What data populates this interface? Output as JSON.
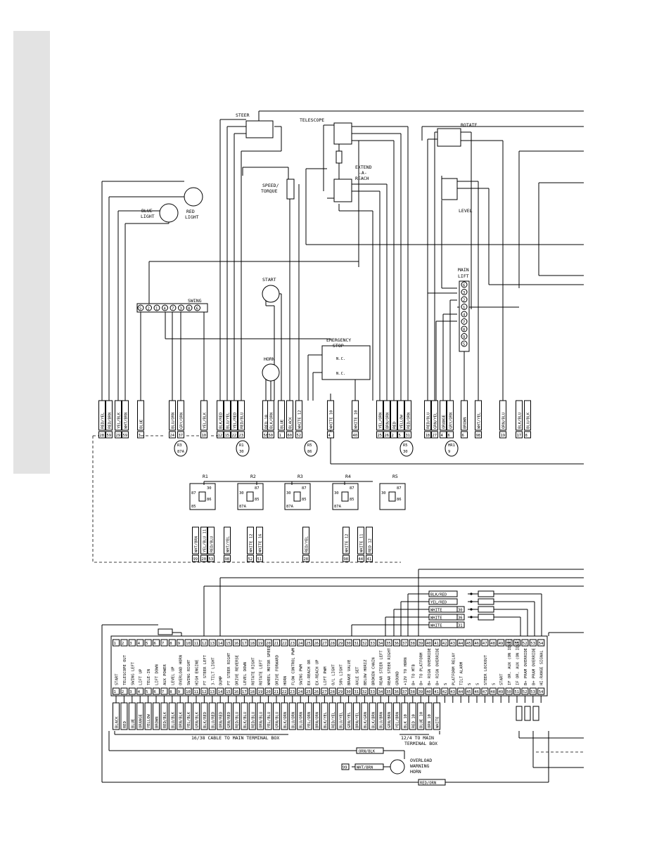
{
  "components": {
    "steer": "STEER",
    "telescope": "TELESCOPE",
    "rotate": "ROTATE",
    "extend_reach": [
      "EXTEND",
      "-A-",
      "REACH"
    ],
    "level": "LEVEL",
    "speed_torque": [
      "SPEED/",
      "TORQUE"
    ],
    "blue_light": [
      "BLUE",
      "LIGHT"
    ],
    "red_light": [
      "RED",
      "LIGHT"
    ],
    "swing": "SWING",
    "start": "START",
    "horn": "HORN",
    "emergency_stop": [
      "EMERGENCY",
      "STOP"
    ],
    "main_lift": [
      "MAIN",
      "LIFT"
    ],
    "overload_horn": [
      "OVERLOAD",
      "WARNING",
      "HORN"
    ]
  },
  "swing_pins": [
    "5",
    "2",
    "1",
    "4",
    "7",
    "3",
    "8",
    "6"
  ],
  "main_lift_pins": [
    "6",
    "3",
    "2",
    "1",
    "4",
    "7",
    "8",
    "9",
    "5"
  ],
  "nc_labels": [
    "N.C.",
    "N.C."
  ],
  "upper_wires": [
    {
      "label": "RED/YEL",
      "num": "28"
    },
    {
      "label": "RED/BRN",
      "num": "59"
    },
    {
      "label": "YEL/BLK",
      "num": "29"
    },
    {
      "label": "WHT/BRN",
      "num": "59"
    },
    {
      "label": "BLUE",
      "num": "3"
    },
    {
      "label": "BLU/ORN",
      "num": "24"
    },
    {
      "label": "GRY/ORN",
      "num": "37"
    },
    {
      "label": "YEL/BLK",
      "num": "10"
    },
    {
      "label": "BLK/RED",
      "num": "12"
    },
    {
      "label": "BLU/YEL",
      "num": "15"
    },
    {
      "label": "YEL/RED",
      "num": "22"
    },
    {
      "label": "RED/BLU",
      "num": "23"
    },
    {
      "label": "RED 10",
      "num": "58"
    },
    {
      "label": "BLK/ORN",
      "num": "50"
    },
    {
      "label": "BLUE",
      "num": "1"
    },
    {
      "label": "BLACK",
      "num": "60"
    },
    {
      "label": "WHITE 12",
      "num": "52"
    },
    {
      "label": "WHITE 10",
      "num": "4"
    },
    {
      "label": "WHITE 10",
      "num": "40"
    },
    {
      "label": "YEL/ORN",
      "num": "25"
    },
    {
      "label": "BRN/ORN",
      "num": "26"
    },
    {
      "label": "RED",
      "num": "2"
    },
    {
      "label": "YELLOW",
      "num": "5"
    },
    {
      "label": "RED/ORN",
      "num": "31"
    },
    {
      "label": "RED/BLU",
      "num": "18"
    },
    {
      "label": "GRN/YEL",
      "num": "27"
    },
    {
      "label": "ORANGE",
      "num": "4"
    },
    {
      "label": "GRY/ORN",
      "num": "6"
    },
    {
      "label": "BROWN",
      "num": "6"
    },
    {
      "label": "WHT/YEL",
      "num": "98"
    },
    {
      "label": "ORN/BLU",
      "num": "19"
    },
    {
      "label": "BLK/BLU",
      "num": "17"
    },
    {
      "label": "BLU/BLK",
      "num": "8"
    }
  ],
  "relay_refs": [
    {
      "top": "R3",
      "bottom": "87A"
    },
    {
      "top": "R1",
      "bottom": "30"
    },
    {
      "top": "R5",
      "bottom": "86"
    },
    {
      "top": "R5",
      "bottom": "30"
    },
    {
      "top": "HR1",
      "bottom": "9"
    }
  ],
  "relays": [
    {
      "name": "R1",
      "pins": [
        "87",
        "30",
        "86",
        "85"
      ]
    },
    {
      "name": "R2",
      "pins": [
        "30",
        "87",
        "85",
        "87A"
      ]
    },
    {
      "name": "R3",
      "pins": [
        "30",
        "87",
        "85",
        "87A"
      ]
    },
    {
      "name": "R4",
      "pins": [
        "30",
        "87",
        "85",
        "87A"
      ]
    },
    {
      "name": "R5",
      "pins": [
        "30",
        "87",
        "86"
      ]
    }
  ],
  "relay_wires": [
    {
      "label": "WHT/BRN",
      "num": "99"
    },
    {
      "label": "YEL/BLU 11",
      "num": "20"
    },
    {
      "label": "RED/BLU",
      "num": "53"
    },
    {
      "label": "WHT/YEL",
      "num": "98"
    },
    {
      "label": "WHITE 12",
      "num": "52"
    },
    {
      "label": "WHITE 16",
      "num": "51"
    },
    {
      "label": "RED/YEL",
      "num": "28"
    },
    {
      "label": "WHITE 12",
      "num": "98"
    },
    {
      "label": "WHITE 11",
      "num": "44"
    },
    {
      "label": "RED 12",
      "num": "41"
    }
  ],
  "side_wires": [
    {
      "label": "BLK/RED"
    },
    {
      "label": "YEL/RED"
    },
    {
      "label": "WHITE",
      "num": "30"
    },
    {
      "label": "WHITE",
      "num": "36"
    },
    {
      "label": "WHITE",
      "num": "31"
    }
  ],
  "terminals": [
    {
      "n": "1",
      "f": "START",
      "w": "BLACK"
    },
    {
      "n": "2",
      "f": "TELESCOPE OUT",
      "w": "RED"
    },
    {
      "n": "3",
      "f": "SWING LEFT",
      "w": "BLUE"
    },
    {
      "n": "4",
      "f": "LIFT UP",
      "w": "ORANGE"
    },
    {
      "n": "5",
      "f": "TELE-IN",
      "w": "YELLOW"
    },
    {
      "n": "6",
      "f": "LIFT DOWN",
      "w": "BROWN"
    },
    {
      "n": "7",
      "f": "AUX POWER",
      "w": "RED/BLK"
    },
    {
      "n": "8",
      "f": "LEVEL UP",
      "w": "BLU/BLK"
    },
    {
      "n": "9",
      "f": "OVERLOAD HORN",
      "w": "ORN/BLK"
    },
    {
      "n": "10",
      "f": "SWING RIGHT",
      "w": "YEL/BLK"
    },
    {
      "n": "11",
      "f": "HIGH ENGINE",
      "w": "GRN/BLK"
    },
    {
      "n": "12",
      "f": "FT STEER LEFT",
      "w": "BLK/RED"
    },
    {
      "n": "13",
      "f": "3-TILT LIGHT",
      "w": "BLU/RED"
    },
    {
      "n": "14",
      "f": "DUMP",
      "w": "ORN/RED"
    },
    {
      "n": "15",
      "f": "FT STEER RIGHT",
      "w": "GRN/RED"
    },
    {
      "n": "16",
      "f": "DRIVE REVERSE",
      "w": "RED/BLU"
    },
    {
      "n": "17",
      "f": "LEVEL DOWN",
      "w": "BLK/BLU"
    },
    {
      "n": "18",
      "f": "ROTATE RIGHT",
      "w": "RED/BLU"
    },
    {
      "n": "19",
      "f": "ROTATE LEFT",
      "w": "ORN/BLU"
    },
    {
      "n": "20",
      "f": "WHEEL MOTOR SPEED",
      "w": "YEL/BLU"
    },
    {
      "n": "21",
      "f": "DRIVE FORWARD",
      "w": "GRN/BLU"
    },
    {
      "n": "22",
      "f": "HORN",
      "w": "BLK/ORN"
    },
    {
      "n": "23",
      "f": "FLOW CONTROL PWM",
      "w": "BLU/ORN"
    },
    {
      "n": "24",
      "f": "SWING PWM",
      "w": "BLU/ORN"
    },
    {
      "n": "25",
      "f": "EX-REACH OR",
      "w": "YEL/ORN"
    },
    {
      "n": "26",
      "f": "EX-REACH UP",
      "w": "BRN/ORN"
    },
    {
      "n": "27",
      "f": "LIFT PWM",
      "w": "BLK/YEL"
    },
    {
      "n": "28",
      "f": "O/L LIGHT",
      "w": "RED/YEL"
    },
    {
      "n": "29",
      "f": "50% LIGHT",
      "w": "BLU/YEL"
    },
    {
      "n": "30",
      "f": "BRAKE VALVE",
      "w": "GRN/YEL"
    },
    {
      "n": "31",
      "f": "AXLE SET",
      "w": "BRN/YEL"
    },
    {
      "n": "32",
      "f": "BELOW HORIZ",
      "w": "BLK/GRN"
    },
    {
      "n": "33",
      "f": "BROKEN CHAIN",
      "w": "BLK/BRN"
    },
    {
      "n": "34",
      "f": "REAR STEER LEFT",
      "w": "BLU/BRN"
    },
    {
      "n": "35",
      "f": "REAR STEER RIGHT",
      "w": "GRN/BRN"
    },
    {
      "n": "36",
      "f": "GROUND",
      "w": "YEL/BRN"
    },
    {
      "n": "37",
      "f": "+12V TO HORN",
      "w": "BLK 10"
    },
    {
      "n": "38",
      "f": "B+ TO MTB",
      "w": "RED 10"
    },
    {
      "n": "39",
      "f": "B+ TO PLATFORM",
      "w": "BLUE 10"
    },
    {
      "n": "40",
      "f": "B+ RIGN OVERRIDE",
      "w": "ORN 10"
    },
    {
      "n": "41",
      "f": "B+ RIGN OVERRIDE",
      "w": "WHITE"
    },
    {
      "n": "42",
      "f": "S",
      "w": ""
    },
    {
      "n": "43",
      "f": "PLATFORM RELAY",
      "w": ""
    },
    {
      "n": "44",
      "f": "TILT ALARM",
      "w": ""
    },
    {
      "n": "45",
      "f": "S",
      "w": ""
    },
    {
      "n": "46",
      "f": "S",
      "w": ""
    },
    {
      "n": "47",
      "f": "STEER LOCKOUT",
      "w": ""
    },
    {
      "n": "48",
      "f": "S",
      "w": ""
    },
    {
      "n": "49",
      "f": "START",
      "w": ""
    },
    {
      "n": "50",
      "f": "IF OR. AUX (ON IDLE)",
      "w": ""
    },
    {
      "n": "51",
      "f": "IF OR. AUX (ON IDLE)",
      "w": ""
    },
    {
      "n": "52",
      "f": "B+ PRAM OVERRIDE",
      "w": ""
    },
    {
      "n": "53",
      "f": "B+ PRAM OVERRIDE",
      "w": ""
    },
    {
      "n": "54",
      "f": "HI-RANGE SIGNAL",
      "w": ""
    }
  ],
  "cable_notes": {
    "main_cable": "16/38 CABLE TO MAIN TERMINAL BOX",
    "cable_12": [
      "12/4 TO MAIN",
      "TERMINAL BOX"
    ]
  },
  "horn_wires": [
    {
      "label": "ORN/BLK"
    },
    {
      "label": "WHT/BRN",
      "num": "99"
    },
    {
      "label": "RED/ORN"
    }
  ]
}
